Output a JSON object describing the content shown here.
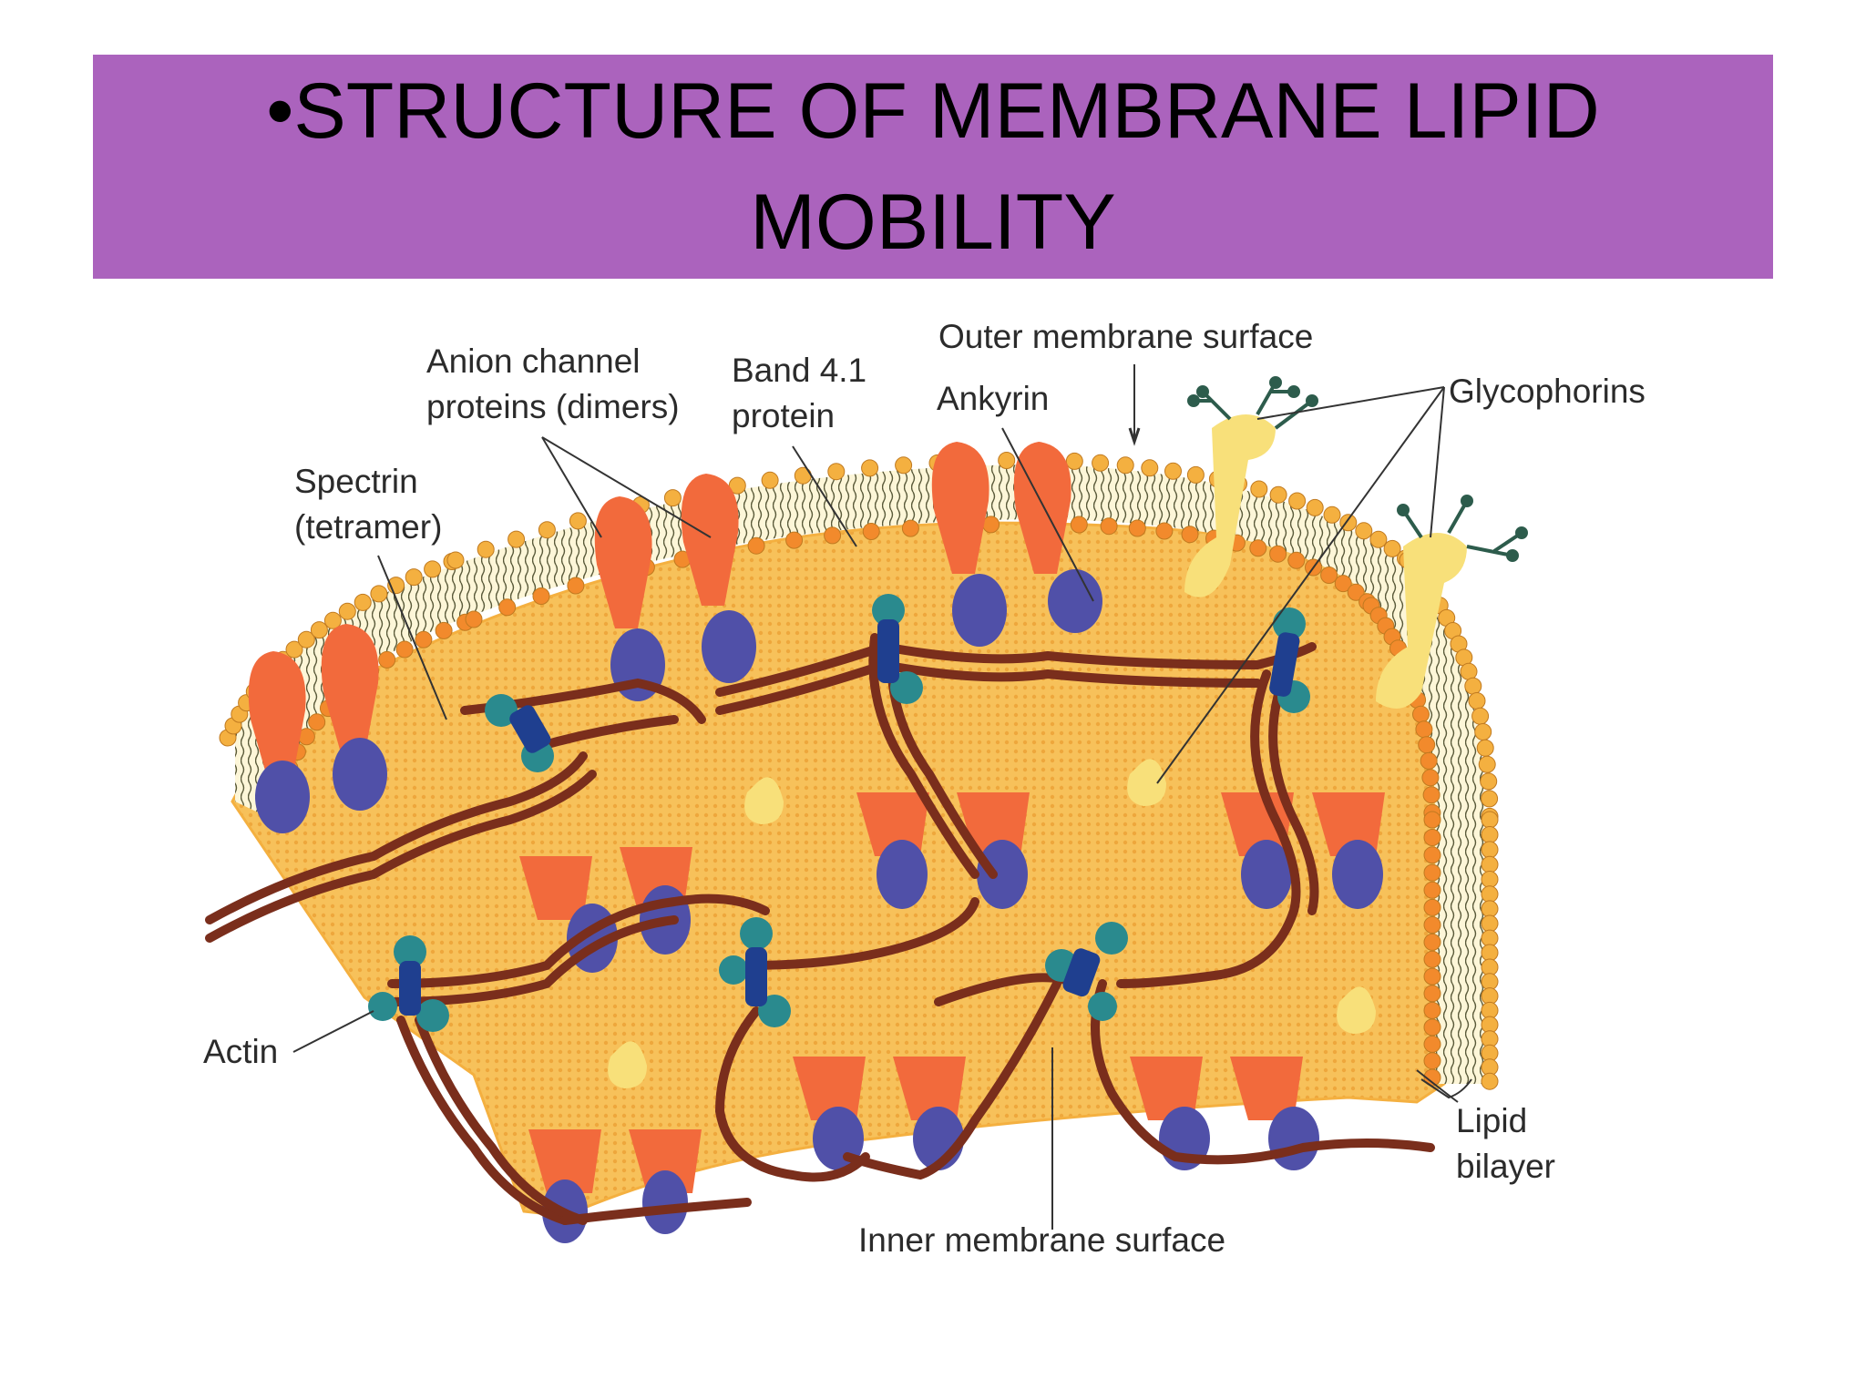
{
  "slide": {
    "title_bullet": "•",
    "title_line1": "STRUCTURE OF MEMBRANE LIPID",
    "title_line2": "MOBILITY"
  },
  "labels": {
    "anion_channel_1": "Anion channel",
    "anion_channel_2": "proteins (dimers)",
    "band41_1": "Band 4.1",
    "band41_2": "protein",
    "outer_surface": "Outer membrane surface",
    "ankyrin": "Ankyrin",
    "glycophorins": "Glycophorins",
    "spectrin_1": "Spectrin",
    "spectrin_2": "(tetramer)",
    "actin": "Actin",
    "lipid_1": "Lipid",
    "lipid_2": "bilayer",
    "inner_surface": "Inner membrane surface"
  },
  "colors": {
    "banner": "#ab63bd",
    "membrane_fill": "#f7c15a",
    "lipid_head": "#f4b040",
    "lipid_head_outer": "#f28a2c",
    "protein_orange": "#f26a3c",
    "protein_blue": "#5050a8",
    "spectrin": "#7a2e1c",
    "actin": "#2a8a8e",
    "glycophorin": "#f8e07a"
  }
}
